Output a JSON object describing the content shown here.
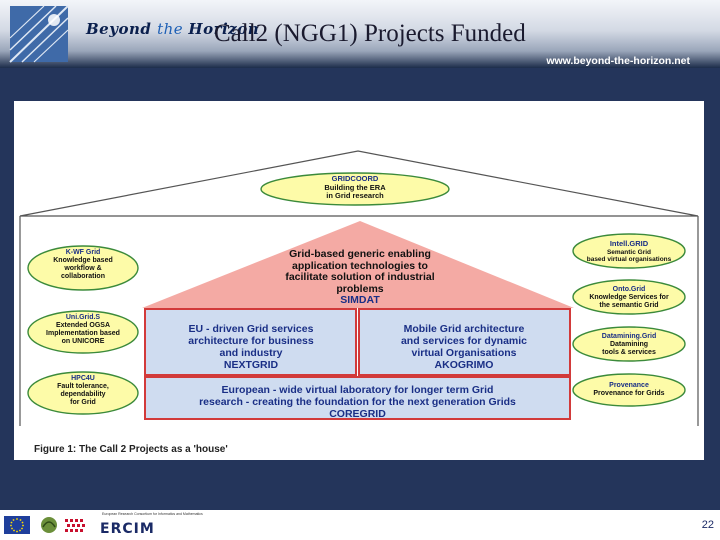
{
  "header": {
    "brand_part1": "Beyond ",
    "brand_part2": "the ",
    "brand_part3": "Horizon",
    "title": "Call2 (NGG1) Projects Funded",
    "url": "www.beyond-the-horizon.net"
  },
  "diagram": {
    "roof_top": {
      "name": "GRIDCOORD",
      "lines": [
        "Building the ERA",
        "in Grid research"
      ]
    },
    "pyramid": {
      "lines": [
        "Grid-based generic enabling",
        "application technologies to",
        "facilitate solution of industrial",
        "problems"
      ],
      "name": "SIMDAT"
    },
    "middle_left": {
      "lines": [
        "EU - driven Grid services",
        "architecture for business",
        "and industry"
      ],
      "name": "NEXTGRID"
    },
    "middle_right": {
      "lines": [
        "Mobile Grid architecture",
        "and services for dynamic",
        "virtual Organisations"
      ],
      "name": "AKOGRIMO"
    },
    "foundation": {
      "lines": [
        "European - wide virtual laboratory for longer term Grid",
        "research - creating the foundation for the next generation Grids"
      ],
      "name": "COREGRID"
    },
    "left_items": [
      {
        "name": "K-WF Grid",
        "lines": [
          "Knowledge based",
          "workflow &",
          "collaboration"
        ]
      },
      {
        "name": "Uni.Grid.S",
        "lines": [
          "Extended OGSA",
          "Implementation based",
          "on UNICORE"
        ]
      },
      {
        "name": "HPC4U",
        "lines": [
          "Fault tolerance,",
          "dependability",
          "for Grid"
        ]
      }
    ],
    "right_items": [
      {
        "name": "Intell.GRID",
        "lines": [
          "Semantic Grid",
          "based virtual organisations"
        ]
      },
      {
        "name": "Onto.Grid",
        "lines": [
          "Knowledge Services for",
          "the semantic Grid"
        ]
      },
      {
        "name": "Datamining.Grid",
        "lines": [
          "Datamining",
          "tools & services"
        ]
      },
      {
        "name": "Provenance",
        "lines": [
          "Provenance for Grids"
        ]
      }
    ],
    "caption": "Figure 1: The Call 2 Projects as a 'house'"
  },
  "footer": {
    "ercim_small": "European Research Consortium for Informatics and Mathematics",
    "ercim": "ERCIM",
    "page_number": "22"
  },
  "colors": {
    "header_dark": "#1c2c4a",
    "band": "#24355b",
    "ellipse_fill": "#fdfba8",
    "ellipse_stroke": "#3b8a3b",
    "pyramid_fill": "#f4aaa4",
    "box_fill": "#cfdcf0",
    "box_stroke": "#d23a3a",
    "name_blue": "#1a2f86"
  }
}
